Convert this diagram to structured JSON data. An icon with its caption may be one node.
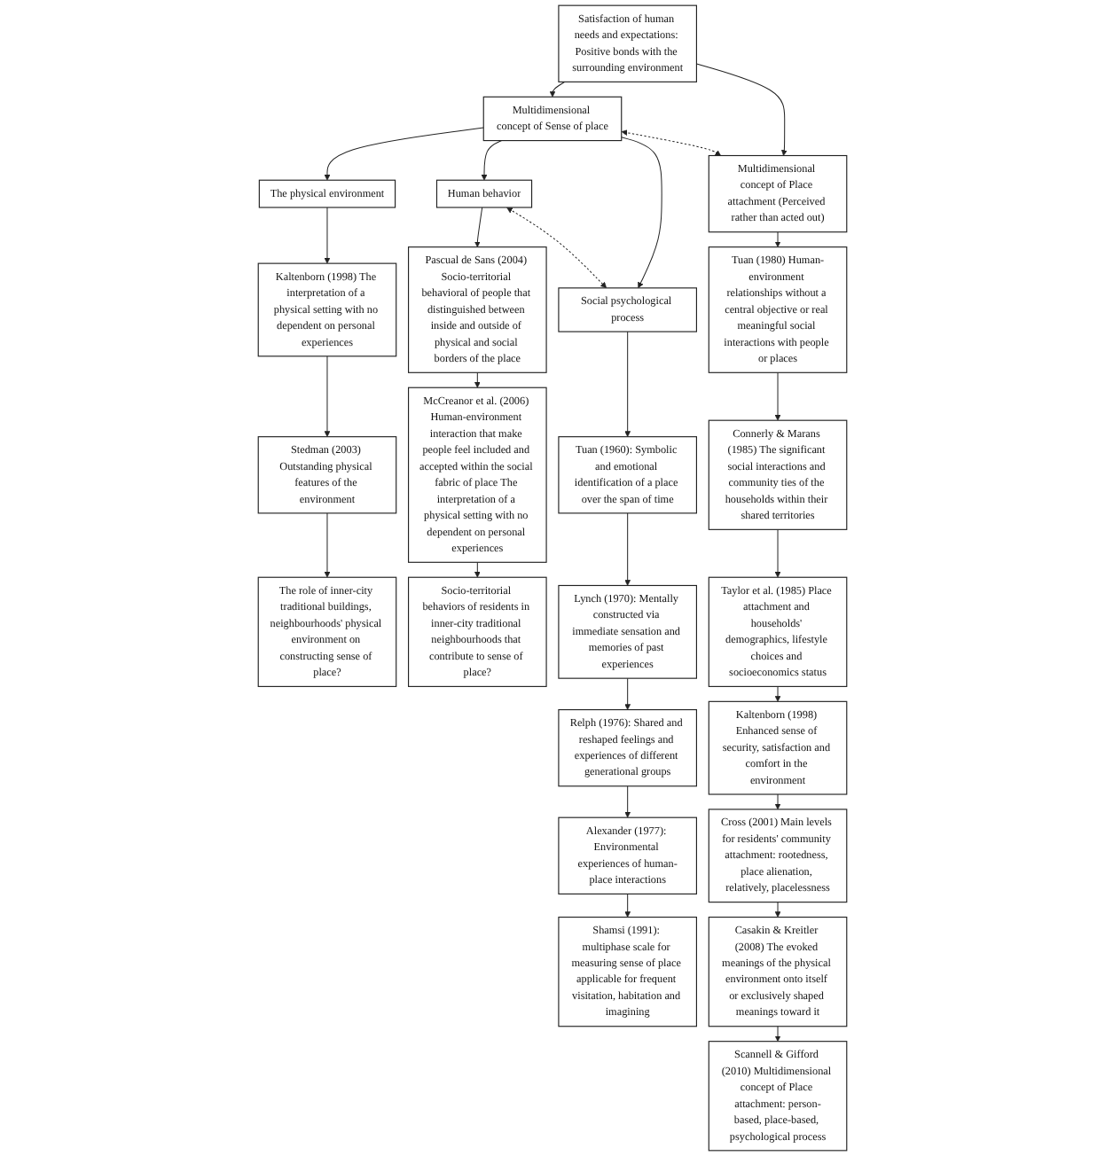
{
  "diagram": {
    "nodes": [
      {
        "text": [
          "Satisfaction of human needs and expectations: Positive bonds with the surrounding environment"
        ]
      },
      {
        "text": [
          "Multidimensional concept of Sense of place"
        ]
      },
      {
        "text": [
          "Multidimensional concept of Place attachment (Perceived rather than acted out)"
        ]
      },
      {
        "text": [
          "The physical environment"
        ]
      },
      {
        "text": [
          "Human behavior"
        ]
      },
      {
        "text": [
          "Social psychological process"
        ]
      },
      {
        "text": [
          "Kaltenborn (1998) The interpretation of a physical setting with no dependent on personal experiences"
        ]
      },
      {
        "text": [
          "Stedman (2003) Outstanding physical features of the environment"
        ]
      },
      {
        "text": [
          "The role of inner-city traditional buildings, neighbourhoods' physical environment on constructing sense of place?"
        ]
      },
      {
        "text": [
          "Pascual de Sans (2004) Socio-territorial behavioral of people that distinguished between inside and outside of physical and social borders of the place"
        ]
      },
      {
        "text": [
          "McCreanor et al. (2006) Human-environment interaction that make people feel included and accepted within the social fabric of place The interpretation of a physical setting with no dependent on personal experiences"
        ]
      },
      {
        "text": [
          "Socio-territorial behaviors of residents in inner-city traditional neighbourhoods that contribute to sense of place?"
        ]
      },
      {
        "text": [
          "Tuan (1960): Symbolic and emotional identification of a place over the span of time"
        ]
      },
      {
        "text": [
          "Lynch (1970): Mentally constructed via immediate sensation and memories of past experiences"
        ]
      },
      {
        "text": [
          "Relph (1976): Shared and reshaped feelings and experiences of different generational groups"
        ]
      },
      {
        "text": [
          "Alexander (1977): Environmental experiences of human-place interactions"
        ]
      },
      {
        "text": [
          "Shamsi (1991): multiphase scale for measuring sense of place applicable for frequent visitation, habitation and imagining"
        ]
      },
      {
        "text": [
          "Tuan (1980) Human-environment relationships without a central objective or real meaningful social interactions with people or places"
        ]
      },
      {
        "text": [
          "Connerly & Marans (1985) The significant social interactions and community ties of the households within their shared territories"
        ]
      },
      {
        "text": [
          "Taylor et al. (1985) Place attachment and households' demographics, lifestyle choices and socioeconomics status"
        ]
      },
      {
        "text": [
          "Kaltenborn (1998) Enhanced sense of security, satisfaction and comfort in the environment"
        ]
      },
      {
        "text": [
          "Cross (2001) Main levels for residents' community attachment: rootedness, place alienation, relatively, placelessness"
        ]
      },
      {
        "text": [
          "Casakin & Kreitler (2008) The evoked meanings of the physical environment onto itself or exclusively shaped meanings toward it"
        ]
      },
      {
        "text": [
          "Scannell & Gifford (2010) Multidimensional concept of Place attachment: person-based, place-based, psychological process"
        ]
      }
    ],
    "edges": [
      {
        "from": 0,
        "to": 1,
        "arrow": "to"
      },
      {
        "from": 0,
        "to": 2,
        "arrow": "to"
      },
      {
        "from": 1,
        "to": 2,
        "arrow": "both",
        "style": "dashed"
      },
      {
        "from": 1,
        "to": 3,
        "arrow": "to"
      },
      {
        "from": 1,
        "to": 4,
        "arrow": "to"
      },
      {
        "from": 1,
        "to": 5,
        "arrow": "to"
      },
      {
        "from": 4,
        "to": 5,
        "arrow": "both",
        "style": "dashed"
      },
      {
        "from": 3,
        "to": 6,
        "arrow": "to"
      },
      {
        "from": 6,
        "to": 7,
        "arrow": "to"
      },
      {
        "from": 7,
        "to": 8,
        "arrow": "to"
      },
      {
        "from": 4,
        "to": 9,
        "arrow": "to"
      },
      {
        "from": 9,
        "to": 10,
        "arrow": "to"
      },
      {
        "from": 10,
        "to": 11,
        "arrow": "to"
      },
      {
        "from": 5,
        "to": 12,
        "arrow": "to"
      },
      {
        "from": 12,
        "to": 13,
        "arrow": "to"
      },
      {
        "from": 13,
        "to": 14,
        "arrow": "to"
      },
      {
        "from": 14,
        "to": 15,
        "arrow": "to"
      },
      {
        "from": 15,
        "to": 16,
        "arrow": "to"
      },
      {
        "from": 2,
        "to": 17,
        "arrow": "to"
      },
      {
        "from": 17,
        "to": 18,
        "arrow": "to"
      },
      {
        "from": 18,
        "to": 19,
        "arrow": "to"
      },
      {
        "from": 19,
        "to": 20,
        "arrow": "to"
      },
      {
        "from": 20,
        "to": 21,
        "arrow": "to"
      },
      {
        "from": 21,
        "to": 22,
        "arrow": "to"
      },
      {
        "from": 22,
        "to": 23,
        "arrow": "to"
      }
    ]
  }
}
